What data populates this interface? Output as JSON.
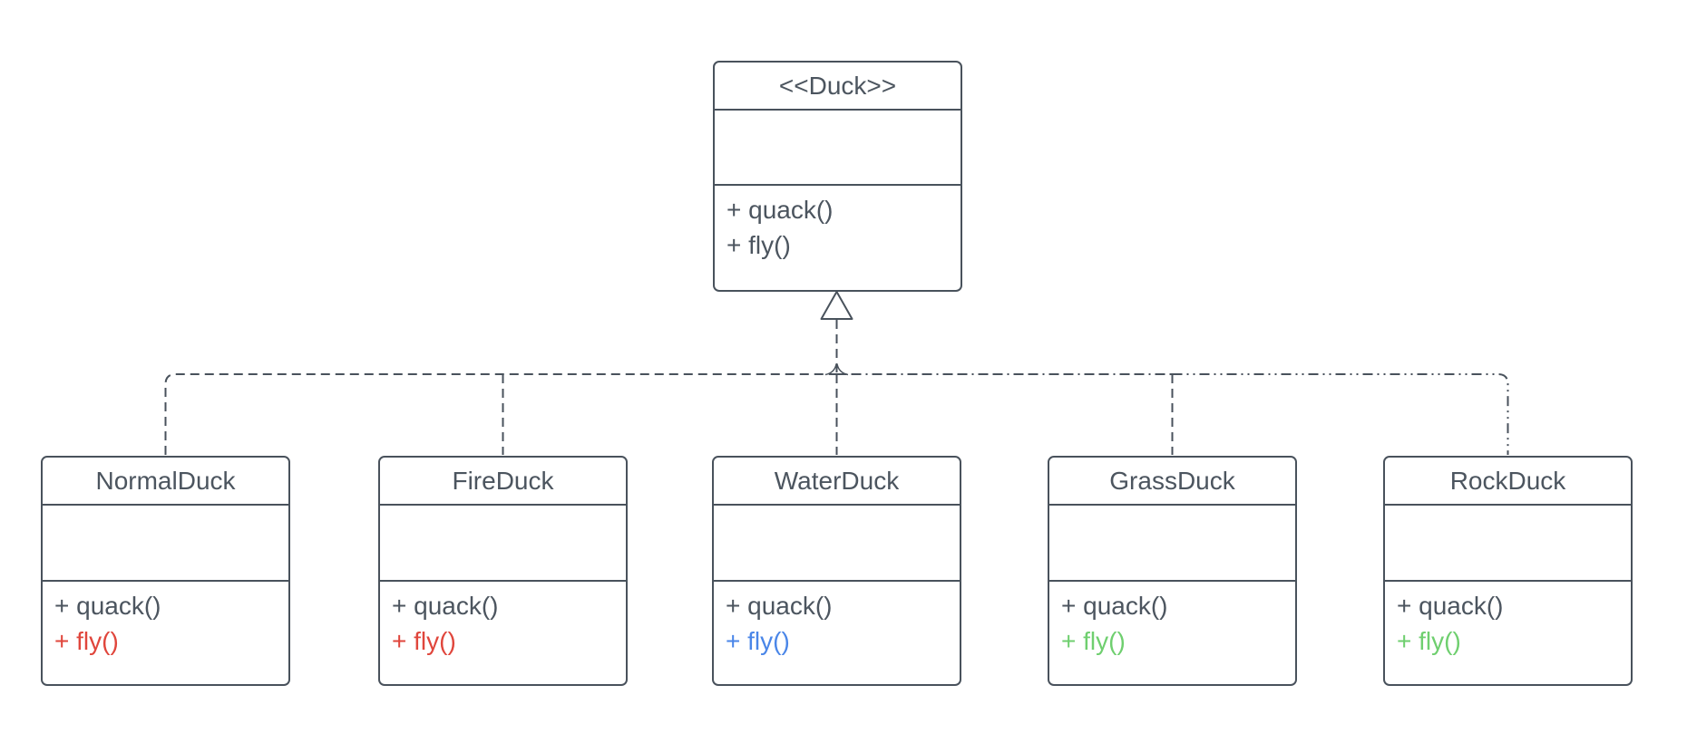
{
  "diagram": {
    "kind": "uml-class-diagram",
    "background_color": "#ffffff",
    "colors": {
      "box_stroke": "#49525c",
      "text_dark": "#4c555f",
      "fly_red": "#e0463c",
      "fly_blue": "#4a86e8",
      "fly_green": "#6fcf6f"
    },
    "parent": {
      "title": "<<Duck>>",
      "attributes": [],
      "methods": [
        {
          "label": "+ quack()",
          "color": "#4c555f"
        },
        {
          "label": "+ fly()",
          "color": "#4c555f"
        }
      ]
    },
    "children": [
      {
        "title": "NormalDuck",
        "attributes": [],
        "methods": [
          {
            "label": "+ quack()",
            "color": "#4c555f"
          },
          {
            "label": "+ fly()",
            "color": "#e0463c"
          }
        ]
      },
      {
        "title": "FireDuck",
        "attributes": [],
        "methods": [
          {
            "label": "+ quack()",
            "color": "#4c555f"
          },
          {
            "label": "+ fly()",
            "color": "#e0463c"
          }
        ]
      },
      {
        "title": "WaterDuck",
        "attributes": [],
        "methods": [
          {
            "label": "+ quack()",
            "color": "#4c555f"
          },
          {
            "label": "+ fly()",
            "color": "#4a86e8"
          }
        ]
      },
      {
        "title": "GrassDuck",
        "attributes": [],
        "methods": [
          {
            "label": "+ quack()",
            "color": "#4c555f"
          },
          {
            "label": "+ fly()",
            "color": "#6fcf6f"
          }
        ]
      },
      {
        "title": "RockDuck",
        "attributes": [],
        "methods": [
          {
            "label": "+ quack()",
            "color": "#4c555f"
          },
          {
            "label": "+ fly()",
            "color": "#6fcf6f"
          }
        ]
      }
    ]
  }
}
